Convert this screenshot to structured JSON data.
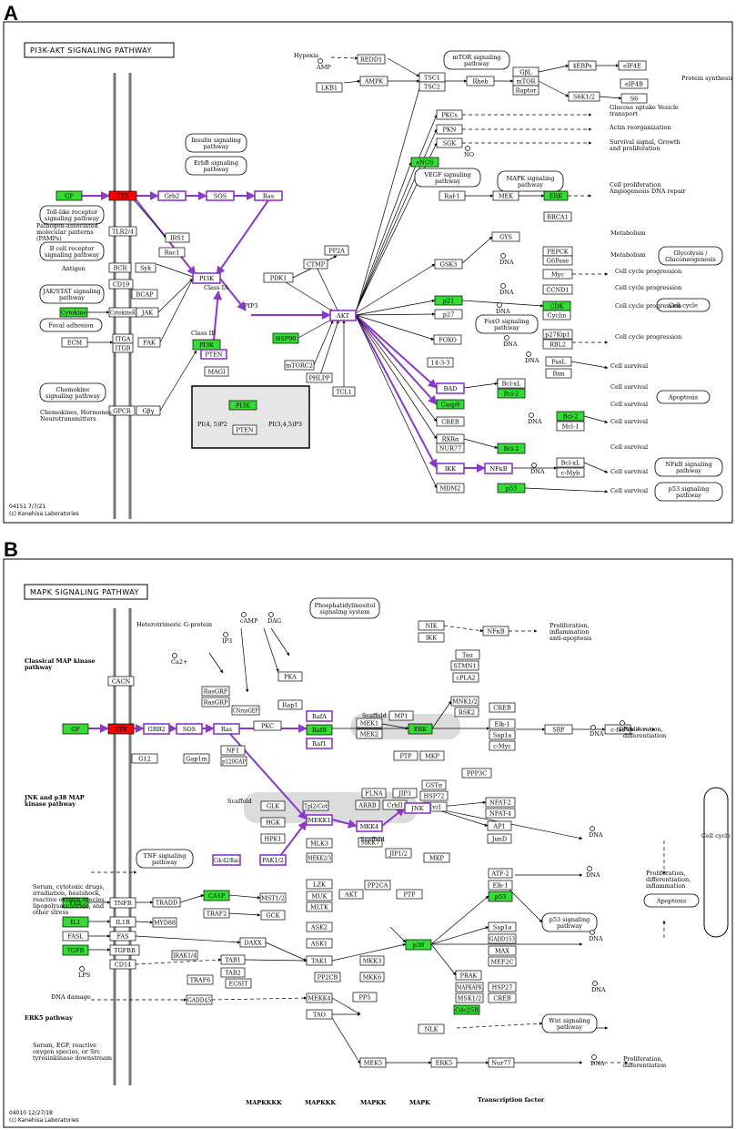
{
  "panels": [
    {
      "letter": "A",
      "title": "PI3K-AKT SIGNALING PATHWAY",
      "footer": [
        "04151 7/7/21",
        "(c) Kanehisa Laboratories"
      ],
      "nodes": [
        {
          "t": "GF",
          "s": "g"
        },
        {
          "t": "RTK",
          "s": "r"
        },
        {
          "t": "Grb2",
          "s": "p"
        },
        {
          "t": "SOS",
          "s": "p"
        },
        {
          "t": "Ras",
          "s": "p"
        },
        {
          "t": "TLR2/4",
          "s": "w"
        },
        {
          "t": "IRS1",
          "s": "w"
        },
        {
          "t": "Rac1",
          "s": "w"
        },
        {
          "t": "BCR",
          "s": "w"
        },
        {
          "t": "Syk",
          "s": "w"
        },
        {
          "t": "CD19",
          "s": "w"
        },
        {
          "t": "BCAP",
          "s": "w"
        },
        {
          "t": "Cytokine",
          "s": "g"
        },
        {
          "t": "CytokineR",
          "s": "w"
        },
        {
          "t": "JAK",
          "s": "w"
        },
        {
          "t": "ECM",
          "s": "w"
        },
        {
          "t": "ITGA",
          "s": "w"
        },
        {
          "t": "ITGB",
          "s": "w"
        },
        {
          "t": "FAK",
          "s": "w"
        },
        {
          "t": "PI3K",
          "s": "p"
        },
        {
          "t": "PI3K",
          "s": "g"
        },
        {
          "t": "PTEN",
          "s": "p"
        },
        {
          "t": "MAGI",
          "s": "w"
        },
        {
          "t": "GPCR",
          "s": "w"
        },
        {
          "t": "Gβγ",
          "s": "w"
        },
        {
          "t": "PDK1",
          "s": "w"
        },
        {
          "t": "PP2A",
          "s": "w"
        },
        {
          "t": "CTMP",
          "s": "w"
        },
        {
          "t": "HSP90",
          "s": "g"
        },
        {
          "t": "mTORC2",
          "s": "w"
        },
        {
          "t": "PHLPP",
          "s": "w"
        },
        {
          "t": "TCL1",
          "s": "w"
        },
        {
          "t": "AKT",
          "s": "p"
        },
        {
          "t": "REDD1",
          "s": "w"
        },
        {
          "t": "AMPK",
          "s": "w"
        },
        {
          "t": "LKB1",
          "s": "w"
        },
        {
          "t": "TSC1",
          "s": "w"
        },
        {
          "t": "TSC2",
          "s": "w"
        },
        {
          "t": "Rheb",
          "s": "w"
        },
        {
          "t": "GβL",
          "s": "w"
        },
        {
          "t": "mTOR",
          "s": "w"
        },
        {
          "t": "Raptor",
          "s": "w"
        },
        {
          "t": "4EBPs",
          "s": "w"
        },
        {
          "t": "eIF4E",
          "s": "w"
        },
        {
          "t": "eIF4B",
          "s": "w"
        },
        {
          "t": "S6K1/2",
          "s": "w"
        },
        {
          "t": "S6",
          "s": "w"
        },
        {
          "t": "PKCs",
          "s": "w"
        },
        {
          "t": "PKN",
          "s": "w"
        },
        {
          "t": "SGK",
          "s": "w"
        },
        {
          "t": "eNOS",
          "s": "g"
        },
        {
          "t": "Raf-1",
          "s": "w"
        },
        {
          "t": "MEK",
          "s": "w"
        },
        {
          "t": "ERK",
          "s": "g"
        },
        {
          "t": "BRCA1",
          "s": "w"
        },
        {
          "t": "GYS",
          "s": "w"
        },
        {
          "t": "GSK3",
          "s": "w"
        },
        {
          "t": "PEPCK",
          "s": "w"
        },
        {
          "t": "G6Pase",
          "s": "w"
        },
        {
          "t": "Myc",
          "s": "w"
        },
        {
          "t": "CCND1",
          "s": "w"
        },
        {
          "t": "p21",
          "s": "g"
        },
        {
          "t": "p27",
          "s": "w"
        },
        {
          "t": "CDK",
          "s": "g"
        },
        {
          "t": "Cyclin",
          "s": "w"
        },
        {
          "t": "FOXO",
          "s": "w"
        },
        {
          "t": "p27Kip1",
          "s": "w"
        },
        {
          "t": "RBL2",
          "s": "w"
        },
        {
          "t": "FasL",
          "s": "w"
        },
        {
          "t": "Bim",
          "s": "w"
        },
        {
          "t": "14-3-3",
          "s": "w"
        },
        {
          "t": "BAD",
          "s": "p"
        },
        {
          "t": "Bcl-xL",
          "s": "w"
        },
        {
          "t": "Bcl-2",
          "s": "g"
        },
        {
          "t": "Casp9",
          "s": "g"
        },
        {
          "t": "CREB",
          "s": "w"
        },
        {
          "t": "Bcl-2",
          "s": "g"
        },
        {
          "t": "Mcl-1",
          "s": "w"
        },
        {
          "t": "RXRα",
          "s": "w"
        },
        {
          "t": "NUR77",
          "s": "w"
        },
        {
          "t": "Bcl-2",
          "s": "g"
        },
        {
          "t": "IKK",
          "s": "p"
        },
        {
          "t": "NFκB",
          "s": "p"
        },
        {
          "t": "Bcl-xL",
          "s": "w"
        },
        {
          "t": "c-Myb",
          "s": "w"
        },
        {
          "t": "MDM2",
          "s": "w"
        },
        {
          "t": "p53",
          "s": "g"
        },
        {
          "t": "PI3K",
          "s": "g"
        },
        {
          "t": "PTEN",
          "s": "w"
        }
      ],
      "ovals": [
        "Insulin signaling pathway",
        "ErbB signaling pathway",
        "Toll-like receptor signaling pathway",
        "B cell receptor signaling pathway",
        "JAK/STAT signaling pathway",
        "Focal adhesion",
        "Chemokine signaling pathway",
        "mTOR signaling pathway",
        "VEGF signaling pathway",
        "MAPK signaling pathway",
        "Glycolysis / Gluconeogenesis",
        "Cell cycle",
        "FoxO signaling pathway",
        "Apoptosis",
        "NFκB signaling pathway",
        "p53 signaling pathway"
      ],
      "labels": [
        "Pathogen-associated molecular patterns (PAMPs)",
        "Antigen",
        "Chemokines, Hormones, Neurotransmitters",
        "Class IA",
        "Class IB",
        "PIP3",
        "Hypoxia",
        "AMP",
        "NO",
        "DNA",
        "DNA",
        "DNA",
        "DNA",
        "DNA",
        "DNA",
        "DNA",
        "PI(4, 5)P2",
        "PI(3,4,5)P3",
        "Protein synthesis",
        "Glucose uptake Vesicle transport",
        "Actin reorganization",
        "Survival signal, Growth and proliferation",
        "Cell proliferation Angiogenesis DNA repair",
        "Metabolism",
        "Metabolism",
        "Cell cycle progression",
        "Cell cycle progression",
        "Cell cycle progression",
        "Cell cycle progression",
        "Cell survival",
        "Cell survival",
        "Cell survival",
        "Cell survival",
        "Cell survival",
        "Cell survival",
        "Cell survival"
      ]
    },
    {
      "letter": "B",
      "title": "MAPK SIGNALING PATHWAY",
      "footer": [
        "04010 12/27/18",
        "(c) Kanehisa Laboratories"
      ],
      "nodes": [
        {
          "t": "CACN",
          "s": "w"
        },
        {
          "t": "GF",
          "s": "g"
        },
        {
          "t": "RTK",
          "s": "r"
        },
        {
          "t": "GRB2",
          "s": "p"
        },
        {
          "t": "SOS",
          "s": "p"
        },
        {
          "t": "Ras",
          "s": "p"
        },
        {
          "t": "G12",
          "s": "w"
        },
        {
          "t": "Gap1m",
          "s": "w"
        },
        {
          "t": "NF1",
          "s": "w"
        },
        {
          "t": "p120GAP",
          "s": "w"
        },
        {
          "t": "RasGRF",
          "s": "w"
        },
        {
          "t": "RasGRP",
          "s": "w"
        },
        {
          "t": "CNrasGEF",
          "s": "w"
        },
        {
          "t": "PKC",
          "s": "w"
        },
        {
          "t": "PKA",
          "s": "w"
        },
        {
          "t": "Rap1",
          "s": "w"
        },
        {
          "t": "RafA",
          "s": "p"
        },
        {
          "t": "RafB",
          "s": "g"
        },
        {
          "t": "Raf1",
          "s": "p"
        },
        {
          "t": "MEK1",
          "s": "w"
        },
        {
          "t": "MEK2",
          "s": "w"
        },
        {
          "t": "MP1",
          "s": "w"
        },
        {
          "t": "ERK",
          "s": "g"
        },
        {
          "t": "PTP",
          "s": "w"
        },
        {
          "t": "MKP",
          "s": "w"
        },
        {
          "t": "NIK",
          "s": "w"
        },
        {
          "t": "IKK",
          "s": "w"
        },
        {
          "t": "NFκB",
          "s": "w"
        },
        {
          "t": "Tau",
          "s": "w"
        },
        {
          "t": "STMN1",
          "s": "w"
        },
        {
          "t": "cPLA2",
          "s": "w"
        },
        {
          "t": "MNK1/2",
          "s": "w"
        },
        {
          "t": "RSK2",
          "s": "w"
        },
        {
          "t": "CREB",
          "s": "w"
        },
        {
          "t": "Elk-1",
          "s": "w"
        },
        {
          "t": "Sap1a",
          "s": "w"
        },
        {
          "t": "c-Myc",
          "s": "w"
        },
        {
          "t": "SRF",
          "s": "w"
        },
        {
          "t": "c-fos",
          "s": "w"
        },
        {
          "t": "PPP3C",
          "s": "w"
        },
        {
          "t": "GLK",
          "s": "w"
        },
        {
          "t": "HGK",
          "s": "w"
        },
        {
          "t": "HPK1",
          "s": "w"
        },
        {
          "t": "Tpl2/Cot",
          "s": "w"
        },
        {
          "t": "MEKK1",
          "s": "p"
        },
        {
          "t": "MLK3",
          "s": "w"
        },
        {
          "t": "MEKK2/3",
          "s": "w"
        },
        {
          "t": "FLNA",
          "s": "w"
        },
        {
          "t": "ARRB",
          "s": "w"
        },
        {
          "t": "JIP3",
          "s": "w"
        },
        {
          "t": "CrkII",
          "s": "w"
        },
        {
          "t": "MKK4",
          "s": "p"
        },
        {
          "t": "MKK7",
          "s": "w"
        },
        {
          "t": "JIP1/2",
          "s": "w"
        },
        {
          "t": "GSTπ",
          "s": "w"
        },
        {
          "t": "HSP72",
          "s": "w"
        },
        {
          "t": "Evi1",
          "s": "w"
        },
        {
          "t": "JNK",
          "s": "p"
        },
        {
          "t": "NFAT-2",
          "s": "w"
        },
        {
          "t": "NFAT-4",
          "s": "w"
        },
        {
          "t": "AP1",
          "s": "w"
        },
        {
          "t": "JunD",
          "s": "w"
        },
        {
          "t": "Cdc42/Rac",
          "s": "p"
        },
        {
          "t": "PAK1/2",
          "s": "p"
        },
        {
          "t": "TNF",
          "s": "g"
        },
        {
          "t": "TNFR",
          "s": "w"
        },
        {
          "t": "IL1",
          "s": "g"
        },
        {
          "t": "IL1R",
          "s": "w"
        },
        {
          "t": "FASL",
          "s": "w"
        },
        {
          "t": "FAS",
          "s": "w"
        },
        {
          "t": "TGFB",
          "s": "g"
        },
        {
          "t": "TGFBR",
          "s": "w"
        },
        {
          "t": "CD14",
          "s": "w"
        },
        {
          "t": "TRADD",
          "s": "w"
        },
        {
          "t": "CASP",
          "s": "g"
        },
        {
          "t": "TRAF2",
          "s": "w"
        },
        {
          "t": "MST1/2",
          "s": "w"
        },
        {
          "t": "GCK",
          "s": "w"
        },
        {
          "t": "MYD88",
          "s": "w"
        },
        {
          "t": "IRAK1/4",
          "s": "w"
        },
        {
          "t": "DAXX",
          "s": "w"
        },
        {
          "t": "TAB1",
          "s": "w"
        },
        {
          "t": "TAB2",
          "s": "w"
        },
        {
          "t": "TRAF6",
          "s": "w"
        },
        {
          "t": "ECSIT",
          "s": "w"
        },
        {
          "t": "TAK1",
          "s": "w"
        },
        {
          "t": "PP2CB",
          "s": "w"
        },
        {
          "t": "LZK",
          "s": "w"
        },
        {
          "t": "MUK",
          "s": "w"
        },
        {
          "t": "MLTK",
          "s": "w"
        },
        {
          "t": "AKT",
          "s": "w"
        },
        {
          "t": "ASK2",
          "s": "w"
        },
        {
          "t": "ASK1",
          "s": "w"
        },
        {
          "t": "PP2CA",
          "s": "w"
        },
        {
          "t": "MKK3",
          "s": "w"
        },
        {
          "t": "MKK6",
          "s": "w"
        },
        {
          "t": "PP5",
          "s": "w"
        },
        {
          "t": "PTP",
          "s": "w"
        },
        {
          "t": "MKP",
          "s": "w"
        },
        {
          "t": "p38",
          "s": "g"
        },
        {
          "t": "ATF-2",
          "s": "w"
        },
        {
          "t": "Elk-1",
          "s": "w"
        },
        {
          "t": "p53",
          "s": "g"
        },
        {
          "t": "Sap1a",
          "s": "w"
        },
        {
          "t": "GADD153",
          "s": "w"
        },
        {
          "t": "MAX",
          "s": "w"
        },
        {
          "t": "MEF2C",
          "s": "w"
        },
        {
          "t": "PRAK",
          "s": "w"
        },
        {
          "t": "MAPKAPK",
          "s": "w"
        },
        {
          "t": "HSP27",
          "s": "w"
        },
        {
          "t": "MSK1/2",
          "s": "w"
        },
        {
          "t": "CREB",
          "s": "w"
        },
        {
          "t": "Cdc25B",
          "s": "g"
        },
        {
          "t": "GADD45",
          "s": "w"
        },
        {
          "t": "MEKK4",
          "s": "w"
        },
        {
          "t": "TAO",
          "s": "w"
        },
        {
          "t": "NLK",
          "s": "w"
        },
        {
          "t": "MEK5",
          "s": "w"
        },
        {
          "t": "ERK5",
          "s": "w"
        },
        {
          "t": "Nur77",
          "s": "w"
        }
      ],
      "ovals": [
        "Phosphatidylinositol signaling system",
        "TNF signaling pathway",
        "p53 signaling pathway",
        "Wnt signaling pathway",
        "Apoptosis",
        "Cell cycle"
      ],
      "labels": [
        "Heterotrimeric G-protein",
        "IP3",
        "Ca2+",
        "cAMP",
        "DAG",
        "Scaffold",
        "Scaffold",
        "Scaffold",
        "Classical MAP kinase pathway",
        "JNK and p38 MAP kinase pathway",
        "ERK5 pathway",
        "Serum, cytotoxic drugs, irradiation, heatshock, reactive oxygen species, lipopolysaccharide, and other stress",
        "LPS",
        "DNA damage",
        "Serum, EGF, reactive oxygen species, or Src tyrosinkinase downstream",
        "Proliferation, inflammation anti-apoptosis",
        "Proliferation, differentiation",
        "Proliferation, differentiation, inflammation",
        "Proliferation, differentiation",
        "DNA",
        "DNA",
        "DNA",
        "DNA",
        "DNA",
        "DNA",
        "DNA",
        "MAPKKKK",
        "MAPKKK",
        "MAPKK",
        "MAPK",
        "Transcription factor"
      ]
    }
  ],
  "colors": {
    "green": "#33dd33",
    "red": "#ff0000",
    "purple": "#8a38c8",
    "gray": "#dddddd"
  }
}
